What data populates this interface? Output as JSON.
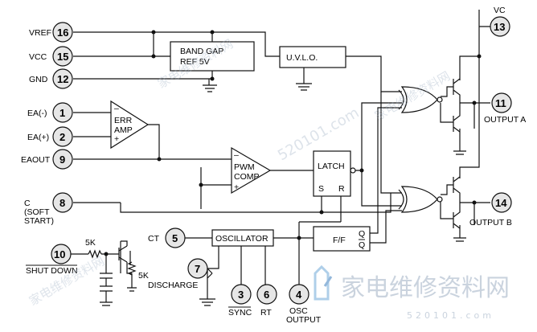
{
  "pins": {
    "vref": {
      "num": "16",
      "label": "VREF"
    },
    "vcc": {
      "num": "15",
      "label": "VCC"
    },
    "gnd": {
      "num": "12",
      "label": "GND"
    },
    "ea_neg": {
      "num": "1",
      "label": "EA(-)"
    },
    "ea_pos": {
      "num": "2",
      "label": "EA(+)"
    },
    "eaout": {
      "num": "9",
      "label": "EAOUT"
    },
    "c_soft": {
      "num": "8",
      "label_lines": [
        "C",
        "(SOFT",
        "START)"
      ]
    },
    "shutdown": {
      "num": "10",
      "label": "SHUT DOWN"
    },
    "ct": {
      "num": "5",
      "label": "CT"
    },
    "discharge": {
      "num": "7",
      "label": "DISCHARGE"
    },
    "sync": {
      "num": "3",
      "label": "SYNC"
    },
    "rt": {
      "num": "6",
      "label": "RT"
    },
    "osc_out": {
      "num": "4",
      "label_lines": [
        "OSC",
        "OUTPUT"
      ]
    },
    "vc": {
      "num": "13",
      "label": "VC"
    },
    "out_a": {
      "num": "11",
      "label": "OUTPUT A"
    },
    "out_b": {
      "num": "14",
      "label": "OUTPUT B"
    }
  },
  "blocks": {
    "bandgap": {
      "lines": [
        "BAND GAP",
        "REF 5V"
      ]
    },
    "uvlo": "U.V.L.O.",
    "err_amp": {
      "lines": [
        "ERR",
        "AMP"
      ],
      "minus": "–",
      "plus": "+"
    },
    "pwm_comp": {
      "lines": [
        "PWM",
        "COMP"
      ],
      "minus": "–",
      "plus": "+"
    },
    "latch": {
      "title": "LATCH",
      "s": "S",
      "r": "R"
    },
    "oscillator": "OSCILLATOR",
    "ff": {
      "title": "F/F",
      "q": "Q",
      "qbar": "Q"
    }
  },
  "components": {
    "r_shutdown": "5K",
    "r_discharge": "5K"
  },
  "watermark": {
    "chinese": "家电维修资料网",
    "url": "520101.com",
    "url_small": "520101.com"
  }
}
